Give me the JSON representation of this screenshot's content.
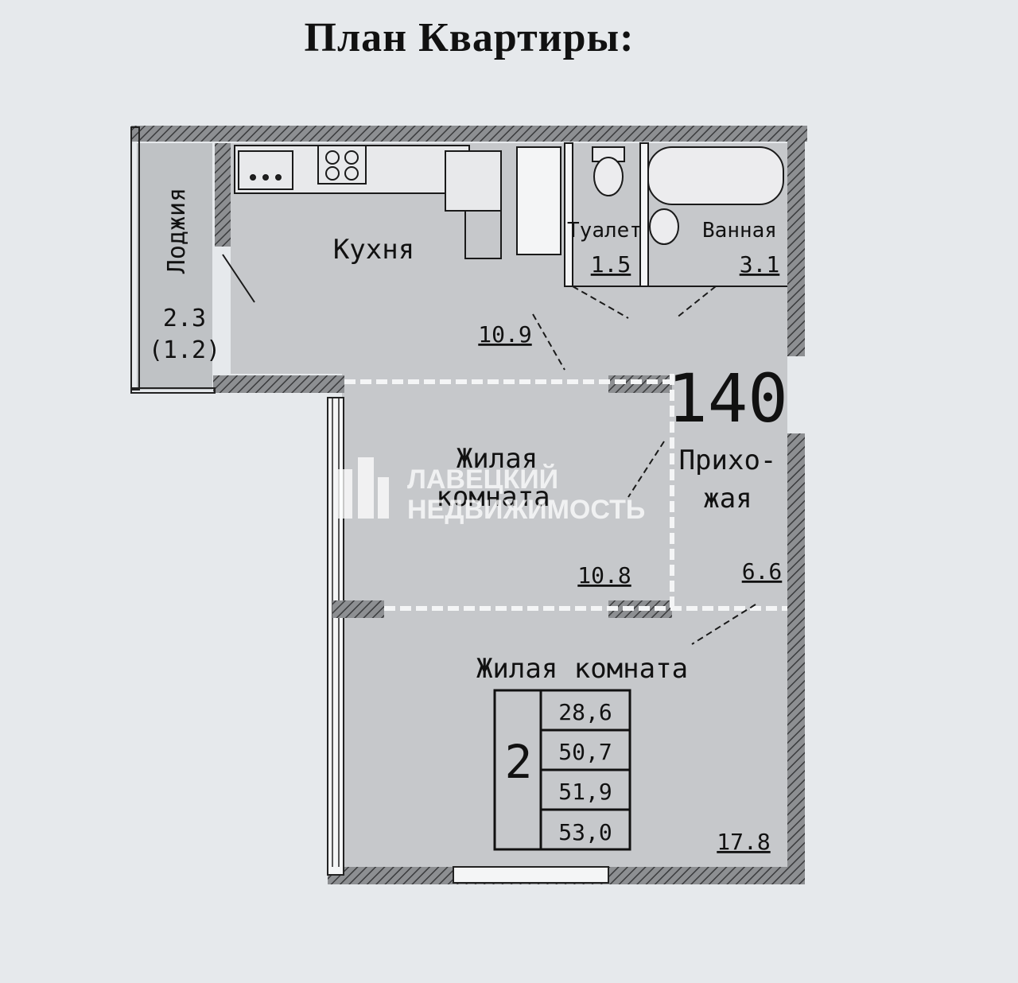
{
  "header": {
    "title": "План Квартиры:"
  },
  "plan": {
    "apartment_number": "140",
    "rooms": {
      "loggia": {
        "name": "Лоджия",
        "area": "2.3",
        "area_reduced": "(1.2)"
      },
      "kitchen": {
        "name": "Кухня",
        "area": "10.9"
      },
      "toilet": {
        "name": "Туалет",
        "area": "1.5"
      },
      "bathroom": {
        "name": "Ванная",
        "area": "3.1"
      },
      "hall": {
        "name_line1": "Прихо-",
        "name_line2": "жая",
        "area": "6.6"
      },
      "living1": {
        "name_line1": "Жилая",
        "name_line2": "комната",
        "area": "10.8"
      },
      "living2": {
        "name": "Жилая комната",
        "area": "17.8"
      }
    },
    "summary": {
      "rooms_count": "2",
      "values": [
        "28,6",
        "50,7",
        "51,9",
        "53,0"
      ]
    },
    "watermark": {
      "line1": "ЛАВЕЦКИЙ",
      "line2": "НЕДВИЖИМОСТЬ"
    }
  }
}
